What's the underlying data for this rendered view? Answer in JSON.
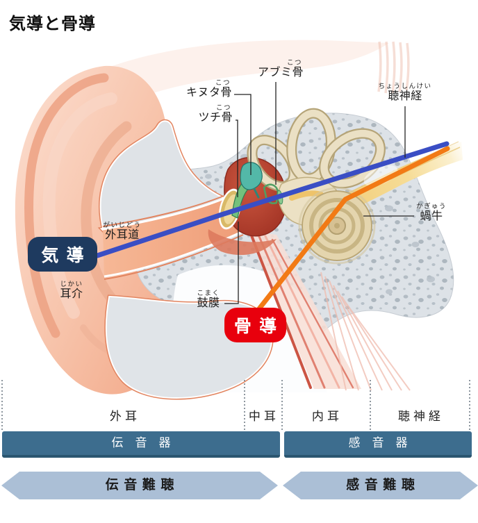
{
  "title": "気導と骨導",
  "anatomy_labels": {
    "stapes": {
      "furigana": "こつ",
      "text": "アブミ骨"
    },
    "incus": {
      "furigana": "こつ",
      "text": "キヌタ骨"
    },
    "malleus": {
      "furigana": "こつ",
      "text": "ツチ骨"
    },
    "auditory_nerve": {
      "furigana": "ちょうしんけい",
      "text": "聴神経"
    },
    "cochlea": {
      "furigana": "かぎゅう",
      "text": "蝸牛"
    },
    "ear_canal": {
      "furigana": "がいじどう",
      "text": "外耳道"
    },
    "auricle": {
      "furigana": "じかい",
      "text": "耳介"
    },
    "eardrum": {
      "furigana": "こまく",
      "text": "鼓膜"
    }
  },
  "conduction_badges": {
    "air": {
      "label": "気導",
      "color": "#1e3a5f"
    },
    "bone": {
      "label": "骨導",
      "color": "#e8000d"
    }
  },
  "zones": {
    "outer": "外耳",
    "middle": "中耳",
    "inner": "内耳",
    "nerve": "聴神経"
  },
  "function_bars": {
    "conductive": "伝音器",
    "sensorineural": "感音器"
  },
  "loss_arrows": {
    "conductive": "伝音難聴",
    "sensorineural": "感音難聴"
  },
  "colors": {
    "air_conduction_line": "#3a4ec4",
    "bone_conduction_line": "#f27a15",
    "bar_background": "#3d6d8e",
    "arrow_background": "#abbfd6",
    "air_badge": "#1e3a5f",
    "bone_badge": "#e8000d"
  }
}
